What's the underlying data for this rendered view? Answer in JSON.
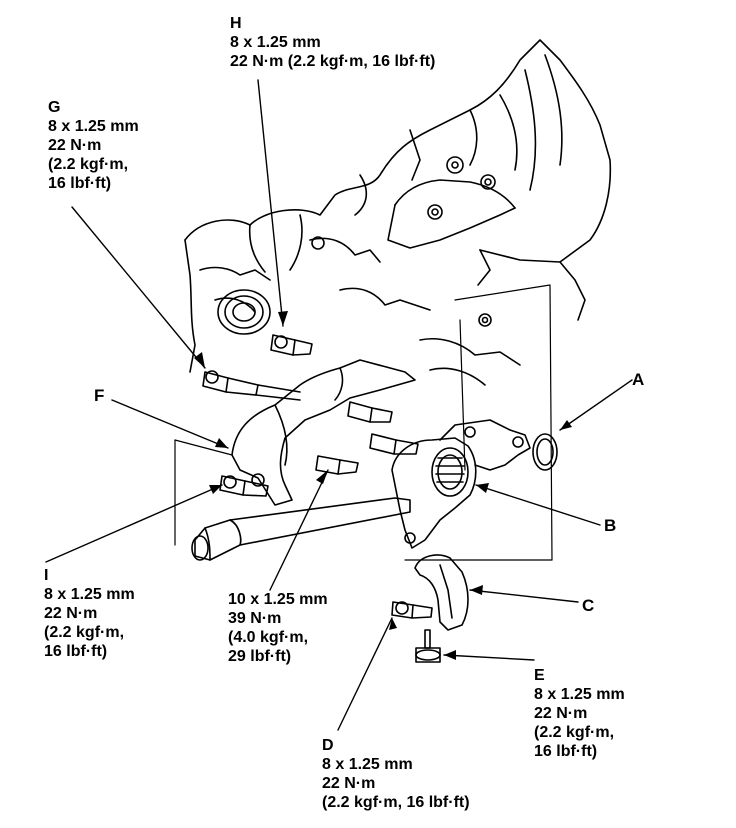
{
  "callouts": {
    "H": {
      "letter": "H",
      "lines": [
        "8 x 1.25 mm",
        "22 N·m (2.2 kgf·m, 16 lbf·ft)"
      ]
    },
    "G": {
      "letter": "G",
      "lines": [
        "8 x 1.25 mm",
        "22 N·m",
        "(2.2 kgf·m,",
        "16 lbf·ft)"
      ]
    },
    "I": {
      "letter": "I",
      "lines": [
        "8 x 1.25 mm",
        "22 N·m",
        "(2.2 kgf·m,",
        "16 lbf·ft)"
      ]
    },
    "center": {
      "lines": [
        "10 x 1.25 mm",
        "39 N·m",
        "(4.0 kgf·m,",
        "29 lbf·ft)"
      ]
    },
    "E": {
      "letter": "E",
      "lines": [
        "8 x 1.25 mm",
        "22 N·m",
        "(2.2 kgf·m,",
        "16 lbf·ft)"
      ]
    },
    "D": {
      "letter": "D",
      "lines": [
        "8 x 1.25 mm",
        "22 N·m",
        "(2.2 kgf·m, 16 lbf·ft)"
      ]
    }
  },
  "part_labels": {
    "A": "A",
    "B": "B",
    "C": "C",
    "F": "F"
  }
}
